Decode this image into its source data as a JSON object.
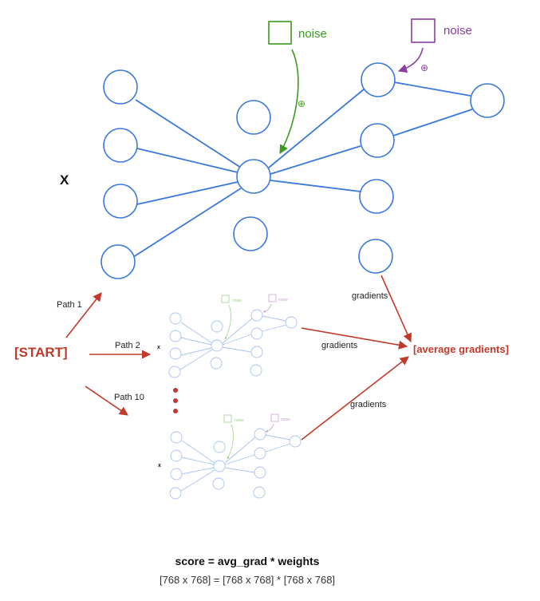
{
  "colors": {
    "network": "#3a78dc",
    "network_faded": "#a9c3ee",
    "noise_green": "#3c9a1e",
    "noise_purple": "#8a3ea0",
    "flow_red": "#c0392b",
    "text": "#111111"
  },
  "main_network": {
    "input_label": "X",
    "noise_green_label": "noise",
    "noise_purple_label": "noise",
    "plus_symbol": "⊕"
  },
  "paths": {
    "start_label": "[START]",
    "path1_label": "Path 1",
    "path2_label": "Path 2",
    "path10_label": "Path 10",
    "mini_input_label": "x",
    "mini_noise_label": "noise",
    "gradients_label": "gradients"
  },
  "result": {
    "average_label": "[average gradients]"
  },
  "formula": {
    "main": "score = avg_grad * weights",
    "dims": "[768 x 768] = [768 x 768] * [768 x 768]"
  }
}
